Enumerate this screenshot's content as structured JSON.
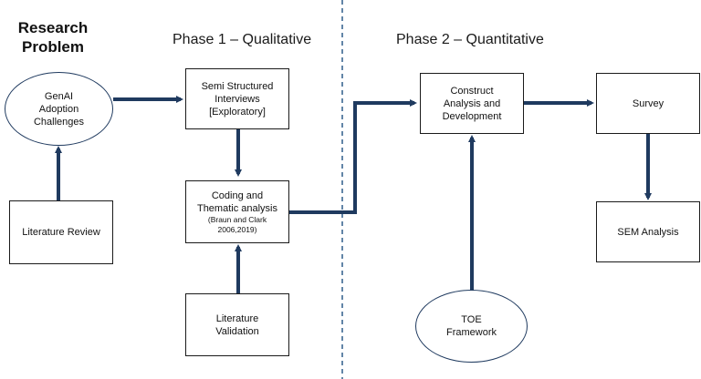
{
  "heading": {
    "line1": "Research",
    "line2": "Problem"
  },
  "phases": {
    "phase1": "Phase 1 – Qualitative",
    "phase2": "Phase 2 – Quantitative"
  },
  "nodes": {
    "genai": {
      "line1": "GenAI",
      "line2": "Adoption",
      "line3": "Challenges"
    },
    "lit_review": {
      "label": "Literature Review"
    },
    "interviews": {
      "line1": "Semi Structured",
      "line2": "Interviews",
      "line3": "[Exploratory]"
    },
    "coding": {
      "line1": "Coding and",
      "line2": "Thematic analysis",
      "line3": "(Braun and Clark",
      "line4": "2006,2019)"
    },
    "lit_validation": {
      "line1": "Literature",
      "line2": "Validation"
    },
    "construct": {
      "line1": "Construct",
      "line2": "Analysis and",
      "line3": "Development"
    },
    "toe": {
      "line1": "TOE",
      "line2": "Framework"
    },
    "survey": {
      "label": "Survey"
    },
    "sem": {
      "label": "SEM Analysis"
    }
  },
  "colors": {
    "arrow": "#1f3a5f",
    "box_border": "#1a1a1a",
    "divider": "#2e5d8a"
  }
}
